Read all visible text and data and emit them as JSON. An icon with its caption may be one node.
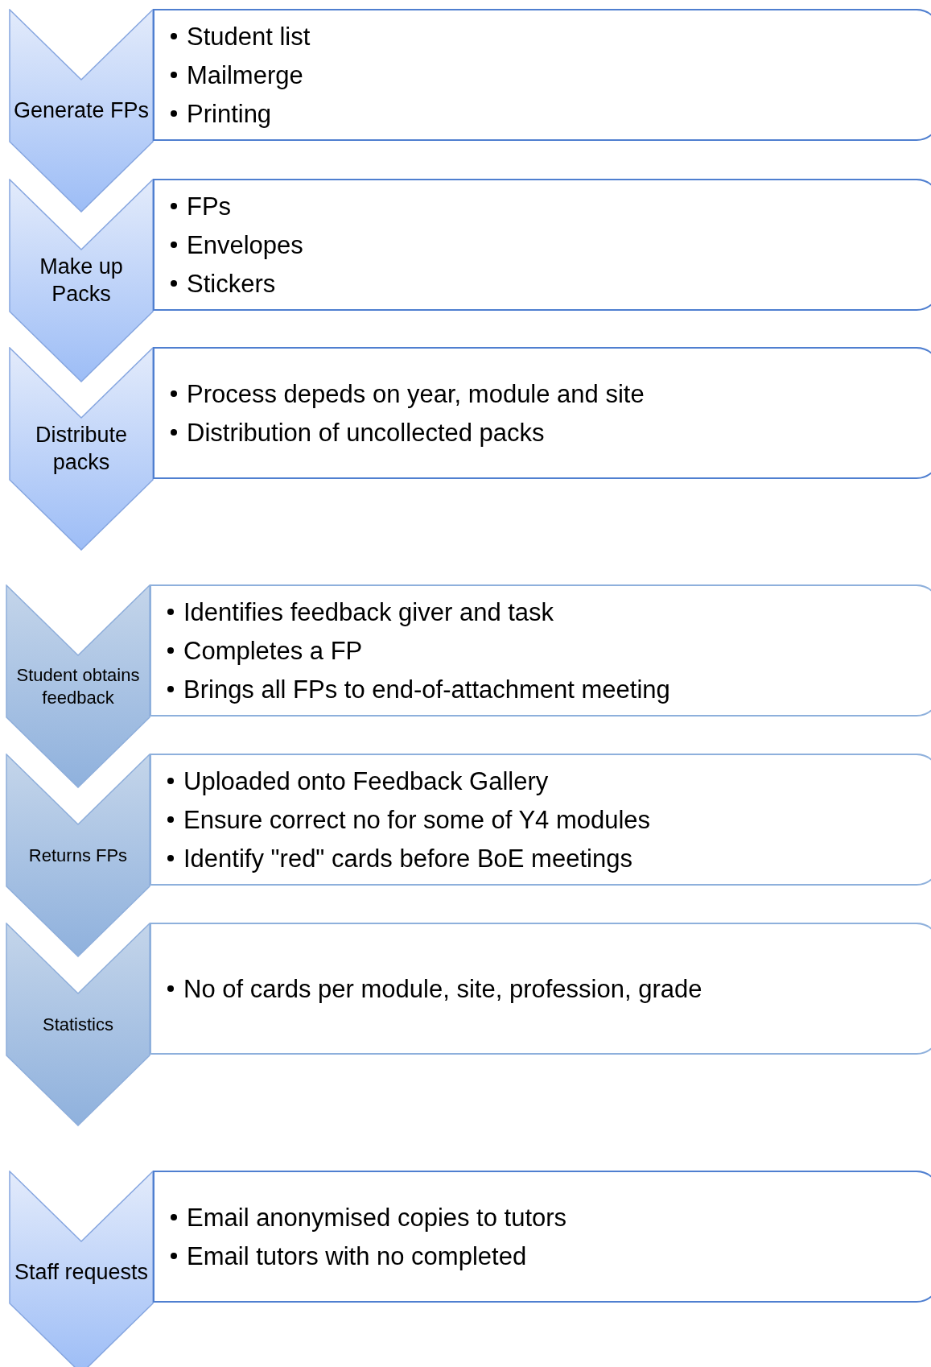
{
  "diagram": {
    "nodes": [
      {
        "text": [
          "Generate FPs"
        ]
      },
      {
        "text": [
          "Student list",
          "Mailmerge",
          "Printing"
        ]
      },
      {
        "text": [
          "Make up Packs"
        ]
      },
      {
        "text": [
          "FPs",
          "Envelopes",
          "Stickers"
        ]
      },
      {
        "text": [
          "Distribute packs"
        ]
      },
      {
        "text": [
          "Process depeds on year, module and site",
          "Distribution of uncollected packs"
        ]
      },
      {
        "text": [
          "Student obtains feedback"
        ]
      },
      {
        "text": [
          "Identifies feedback giver and task",
          "Completes a FP",
          "Brings all FPs to end-of-attachment meeting"
        ]
      },
      {
        "text": [
          "Returns FPs"
        ]
      },
      {
        "text": [
          "Uploaded onto Feedback Gallery",
          "Ensure correct no for some of Y4 modules",
          "Identify \"red\" cards before BoE meetings"
        ]
      },
      {
        "text": [
          "Statistics"
        ]
      },
      {
        "text": [
          "No of cards per module, site, profession, grade"
        ]
      },
      {
        "text": [
          "Staff requests"
        ]
      },
      {
        "text": [
          "Email anonymised copies to tutors",
          "Email tutors with no completed"
        ]
      }
    ]
  }
}
